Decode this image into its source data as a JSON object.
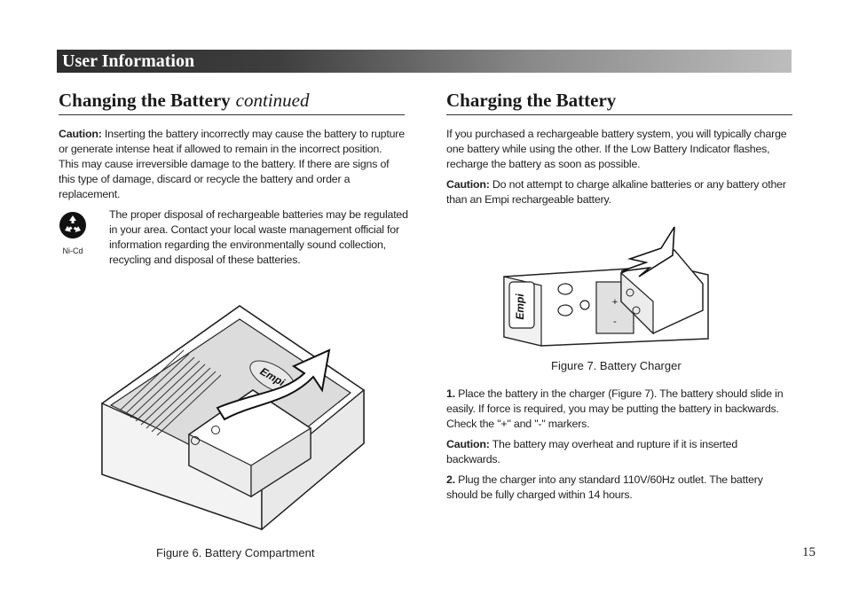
{
  "header": {
    "title": "User Information"
  },
  "left": {
    "title": "Changing the Battery",
    "title_suffix": "continued",
    "caution_label": "Caution:",
    "caution_text": " Inserting the battery incorrectly may cause the battery to rupture or generate intense heat if allowed to remain in the incorrect position. This may cause irreversible damage to the battery. If there are signs of this type of damage, discard or recycle the battery and order a replacement.",
    "recycle_icon": "recycle-icon",
    "recycle_label": "Ni-Cd",
    "recycle_text": "The proper disposal of rechargeable batteries may be regulated in your area. Contact your local waste management official for information regarding the environmentally sound collection, recycling and disposal of these batteries.",
    "figure_brand": "Empi",
    "figure_caption": "Figure 6. Battery Compartment"
  },
  "right": {
    "title": "Charging the Battery",
    "intro": "If you purchased a rechargeable battery system, you will typically charge one battery while using the other. If the Low Battery Indicator flashes, recharge the battery as soon as possible.",
    "caution1_label": "Caution:",
    "caution1_text": "  Do not attempt to charge alkaline batteries or any battery other than an Empi rechargeable battery.",
    "figure_brand": "Empi",
    "figure_caption": "Figure 7.  Battery Charger",
    "step1_num": "1.",
    "step1_text": " Place the battery in the charger (Figure 7). The battery should slide in easily. If force is required, you may be putting the battery in backwards. Check the \"+\" and \"-\" markers.",
    "caution2_label": "Caution:",
    "caution2_text": " The battery may overheat and rupture if it is inserted backwards.",
    "step2_num": "2.",
    "step2_text": " Plug the charger into any standard 110V/60Hz outlet. The battery should be fully charged within 14 hours."
  },
  "page_number": "15"
}
